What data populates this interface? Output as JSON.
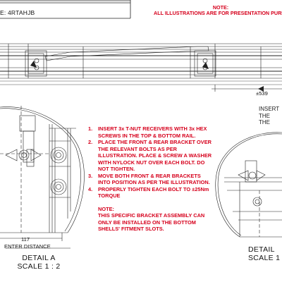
{
  "header": {
    "code_label": "E: 4RTAHJB",
    "note_title": "NOTE:",
    "note_text": "ALL ILLUSTRATIONS ARE FOR PRESENTATION PURPO"
  },
  "dimensions": {
    "right_dim": "±539",
    "detail_a_dim_value": "117",
    "detail_a_dim_label": "ENTER DISTANCE"
  },
  "instructions": {
    "steps": [
      {
        "number": "1.",
        "text": "INSERT 3x T-NUT RECEIVERS WITH 3x HEX SCREWS IN THE TOP & BOTTOM RAIL."
      },
      {
        "number": "2.",
        "text": "PLACE THE FRONT & REAR BRACKET OVER THE RELEVANT BOLTS AS PER ILLUSTRATION. PLACE & SCREW A WASHER WITH NYLOCK NUT OVER EACH BOLT. DO NOT TIGHTEN."
      },
      {
        "number": "3.",
        "text": "MOVE BOTH FRONT & REAR BRACKETS INTO POSITION AS PER THE ILLUSTRATION."
      },
      {
        "number": "4.",
        "text": "PROPERLY TIGHTEN EACH BOLT TO ±25Nm TORQUE"
      }
    ],
    "note_title": "NOTE:",
    "note_text": "THIS SPECIFIC BRACKET ASSEMBLY CAN ONLY BE INSTALLED ON THE BOTTOM SHELLS' FITMENT SLOTS."
  },
  "right_note": {
    "line1": "INSERT",
    "line2": "THE",
    "line3": "THE"
  },
  "detail_a": {
    "title": "DETAIL A",
    "scale": "SCALE 1 : 2"
  },
  "detail_b": {
    "title": "DETAIL",
    "scale": "SCALE 1 :"
  },
  "colors": {
    "note_red": "#d6001c",
    "line": "#222222",
    "background": "#ffffff"
  }
}
